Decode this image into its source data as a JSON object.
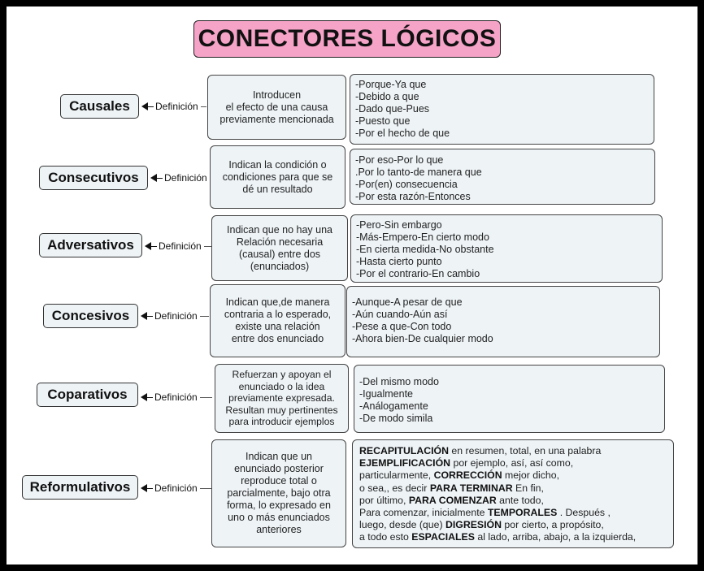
{
  "title": "CONECTORES LÓGICOS",
  "connector_label": "Definición",
  "rows": [
    {
      "category": "Causales",
      "definition": "Introducen\nel efecto de una causa\npreviamente mencionada",
      "examples": [
        "-Porque-Ya que",
        "-Debido a que",
        "-Dado que-Pues",
        "-Puesto que",
        "-Por el hecho de que"
      ]
    },
    {
      "category": "Consecutivos",
      "definition": "Indican  la condición o\ncondiciones para que se\ndé un resultado",
      "examples": [
        "-Por eso-Por lo que",
        ".Por lo tanto-de manera que",
        "-Por(en) consecuencia",
        "-Por esta razón-Entonces"
      ]
    },
    {
      "category": "Adversativos",
      "definition": "Indican que no hay una\nRelación necesaria\n(causal) entre dos\n(enunciados)",
      "examples": [
        "-Pero-Sin embargo",
        "-Más-Empero-En cierto modo",
        "-En cierta medida-No obstante",
        "-Hasta cierto punto",
        "-Por el contrario-En cambio"
      ]
    },
    {
      "category": "Concesivos",
      "definition": "Indican  que,de manera\ncontraria a lo esperado,\nexiste una relación\nentre dos enunciado",
      "examples": [
        "-Aunque-A pesar de que",
        "-Aún cuando-Aún así",
        "-Pese a que-Con todo",
        "-Ahora bien-De cualquier modo"
      ]
    },
    {
      "category": "Coparativos",
      "definition": "Refuerzan y apoyan el\nenunciado o la idea\npreviamente expresada.\nResultan muy pertinentes\npara introducir ejemplos",
      "examples": [
        "-Del mismo modo",
        "-Igualmente",
        "-Análogamente",
        "-De modo simila"
      ]
    },
    {
      "category": "Reformulativos",
      "definition": "Indican que un\nenunciado posterior\nreproduce total o\nparcialmente, bajo otra\nforma, lo expresado en\nuno o más enunciados\nanteriores",
      "examples_rich": [
        [
          {
            "b": "RECAPITULACIÓN"
          },
          {
            "t": " en resumen, total, en una palabra"
          }
        ],
        [
          {
            "b": "EJEMPLIFICACIÓN"
          },
          {
            "t": " por ejemplo, así, así como,"
          }
        ],
        [
          {
            "t": " particularmente, "
          },
          {
            "b": "CORRECCIÓN"
          },
          {
            "t": " mejor dicho,"
          }
        ],
        [
          {
            "t": " o sea,, es decir "
          },
          {
            "b": "PARA TERMINAR"
          },
          {
            "t": " En fin,"
          }
        ],
        [
          {
            "t": "por último,  "
          },
          {
            "b": "PARA COMENZAR"
          },
          {
            "t": " ante todo,"
          }
        ],
        [
          {
            "t": " Para comenzar, inicialmente "
          },
          {
            "b": "TEMPORALES"
          },
          {
            "t": " . Después ,"
          }
        ],
        [
          {
            "t": "luego, desde (que) "
          },
          {
            "b": "DIGRESIÓN"
          },
          {
            "t": " por cierto, a propósito,"
          }
        ],
        [
          {
            "t": "a todo esto  "
          },
          {
            "b": "ESPACIALES"
          },
          {
            "t": " al lado, arriba, abajo, a la izquierda,"
          }
        ]
      ]
    }
  ]
}
